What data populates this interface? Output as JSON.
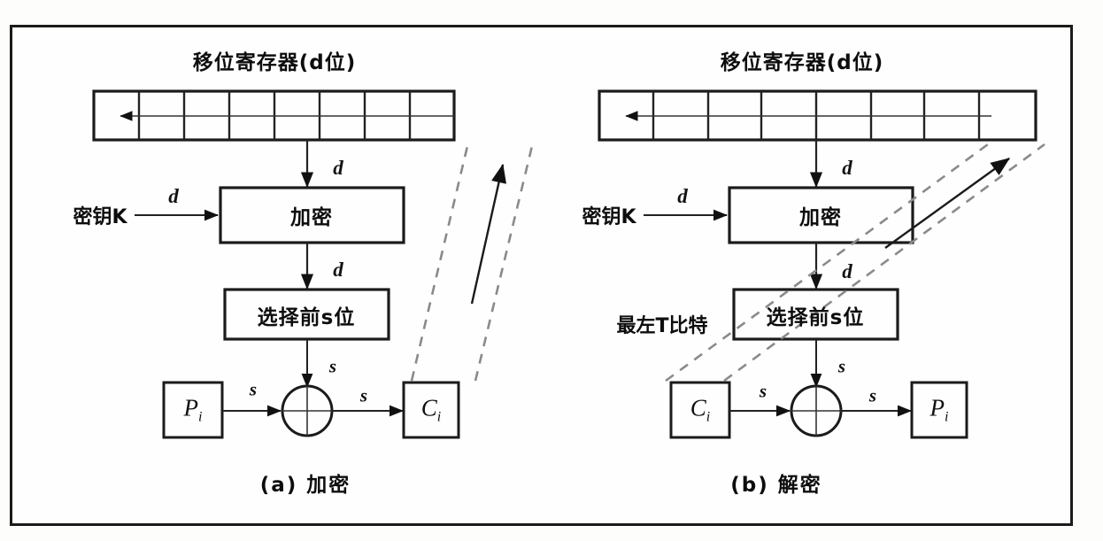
{
  "figure": {
    "background_color": "#fdfdfc",
    "ink_color": "#111111",
    "dashed_color": "#7a7a7a"
  },
  "panels": [
    {
      "id": "encrypt",
      "caption": "(a) 加密",
      "register_title": "移位寄存器(d位)",
      "register_cells": 8,
      "register_arrow_direction": "left",
      "key_label": "密钥K",
      "key_width_label": "d",
      "cipher_box_label": "加密",
      "cipher_out_label": "d",
      "cipher_in_label": "d",
      "select_box_label": "选择前s位",
      "select_out_label": "s",
      "xor_in_label": "s",
      "left_block_label": "P",
      "left_block_sub": "i",
      "left_block_edge_label": "s",
      "right_block_label": "C",
      "right_block_sub": "i",
      "right_block_edge_label": "s",
      "feedback_note": ""
    },
    {
      "id": "decrypt",
      "caption": "(b) 解密",
      "register_title": "移位寄存器(d位)",
      "register_cells": 8,
      "register_arrow_direction": "left",
      "key_label": "密钥K",
      "key_width_label": "d",
      "cipher_box_label": "加密",
      "cipher_out_label": "d",
      "cipher_in_label": "d",
      "select_box_label": "选择前s位",
      "select_out_label": "s",
      "xor_in_label": "s",
      "left_block_label": "C",
      "left_block_sub": "i",
      "left_block_edge_label": "s",
      "right_block_label": "P",
      "right_block_sub": "i",
      "right_block_edge_label": "s",
      "feedback_note": "最左T比特"
    }
  ]
}
